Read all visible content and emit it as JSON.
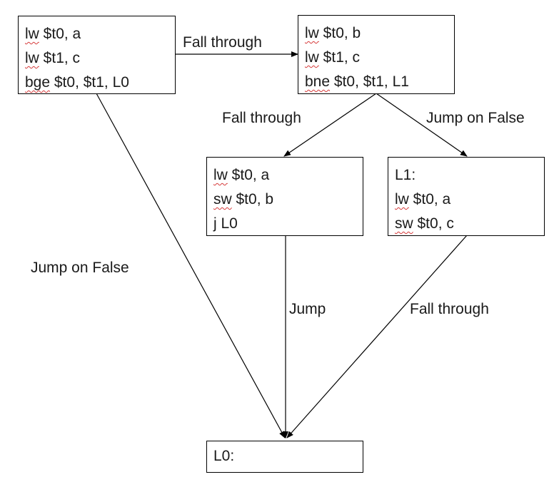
{
  "blocks": [
    {
      "id": "B1",
      "lines": [
        {
          "op": "lw",
          "args": " $t0, a"
        },
        {
          "op": "lw",
          "args": " $t1, c"
        },
        {
          "op": "bge",
          "args": " $t0, $t1, L0"
        }
      ]
    },
    {
      "id": "B2",
      "lines": [
        {
          "op": "lw",
          "args": " $t0, b"
        },
        {
          "op": "lw",
          "args": " $t1, c"
        },
        {
          "op": "bne",
          "args": " $t0, $t1, L1"
        }
      ]
    },
    {
      "id": "B3",
      "lines": [
        {
          "op": "lw",
          "args": " $t0, a"
        },
        {
          "op": "sw",
          "args": " $t0, b"
        },
        {
          "op": "",
          "args": "j L0"
        }
      ]
    },
    {
      "id": "B4",
      "lines": [
        {
          "op": "",
          "args": "L1:"
        },
        {
          "op": "lw",
          "args": " $t0, a"
        },
        {
          "op": "sw",
          "args": " $t0, c"
        }
      ]
    },
    {
      "id": "B5",
      "lines": [
        {
          "op": "",
          "args": "L0:"
        }
      ]
    }
  ],
  "edges": [
    {
      "from": "B1",
      "to": "B2",
      "label": "Fall through"
    },
    {
      "from": "B1",
      "to": "B5",
      "label": "Jump on False"
    },
    {
      "from": "B2",
      "to": "B3",
      "label": "Fall through"
    },
    {
      "from": "B2",
      "to": "B4",
      "label": "Jump on False"
    },
    {
      "from": "B3",
      "to": "B5",
      "label": "Jump"
    },
    {
      "from": "B4",
      "to": "B5",
      "label": "Fall through"
    }
  ],
  "colors": {
    "line": "#000000",
    "spellcheck": "#d63a3a"
  }
}
